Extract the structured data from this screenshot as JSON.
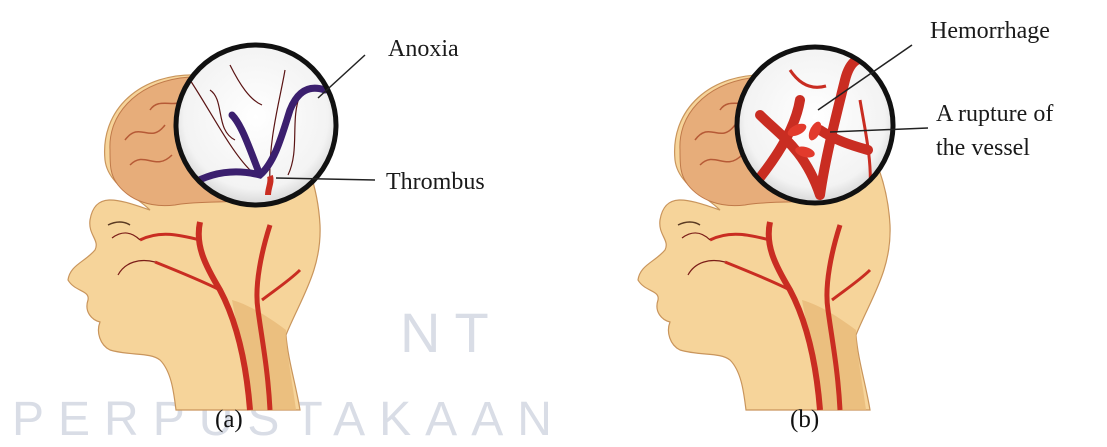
{
  "panels": [
    {
      "caption": "(a)",
      "labels": [
        "Anoxia",
        "Thrombus"
      ]
    },
    {
      "caption": "(b)",
      "labels": [
        "Hemorrhage",
        "A rupture of",
        "the vessel"
      ]
    }
  ],
  "watermark": {
    "text1": "PERPUSTAKAAN",
    "text2": "NT"
  },
  "colors": {
    "skin": "#f6d49a",
    "skin_shadow": "#e9b978",
    "brain": "#e7ad7a",
    "artery": "#c92d22",
    "artery_light": "#e9766c",
    "thrombus_vessel": "#3b1f6e",
    "magnifier_rim": "#111111"
  }
}
